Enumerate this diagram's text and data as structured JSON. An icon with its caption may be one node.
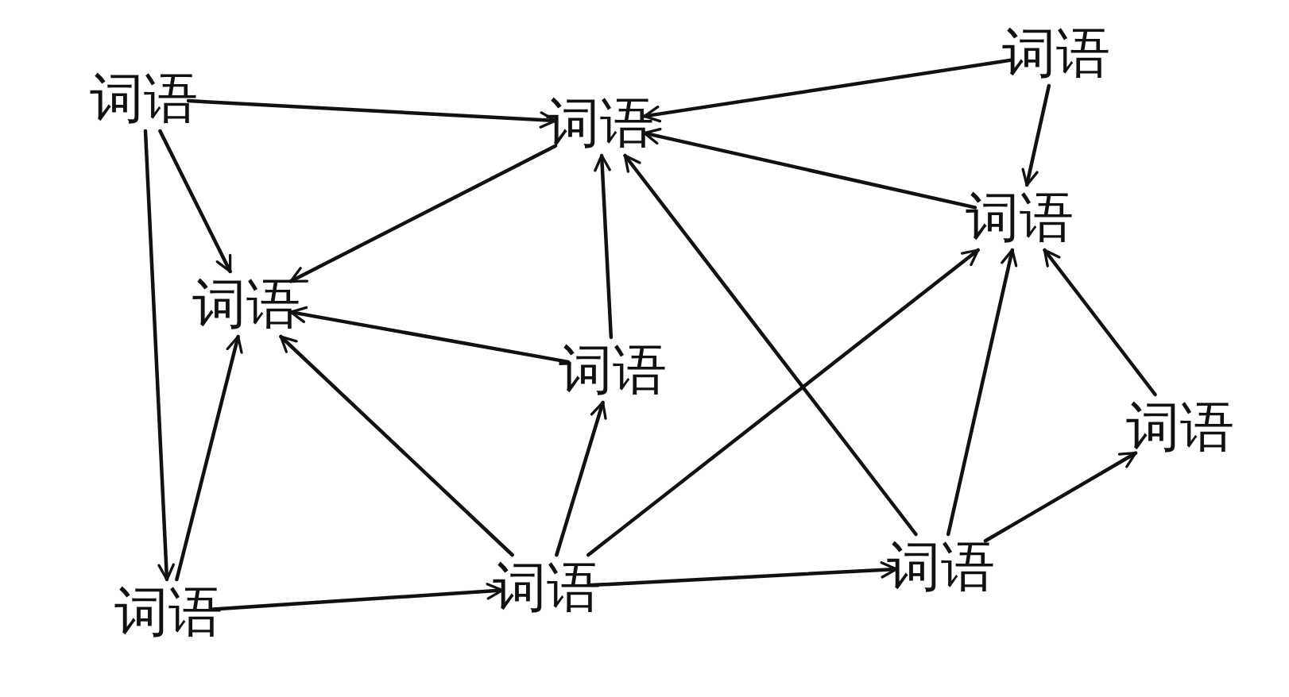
{
  "diagram": {
    "nodes": [
      {
        "text": [
          "词语"
        ]
      },
      {
        "text": [
          "词语"
        ]
      },
      {
        "text": [
          "词语"
        ]
      },
      {
        "text": [
          "词语"
        ]
      },
      {
        "text": [
          "词语"
        ]
      },
      {
        "text": [
          "词语"
        ]
      },
      {
        "text": [
          "词语"
        ]
      },
      {
        "text": [
          "词语"
        ]
      },
      {
        "text": [
          "词语"
        ]
      },
      {
        "text": [
          "词语"
        ]
      }
    ],
    "edges": [
      {
        "from": 0,
        "to": 1,
        "arrow": "to"
      },
      {
        "from": 0,
        "to": 4,
        "arrow": "to"
      },
      {
        "from": 0,
        "to": 7,
        "arrow": "to"
      },
      {
        "from": 2,
        "to": 1,
        "arrow": "to"
      },
      {
        "from": 2,
        "to": 3,
        "arrow": "to"
      },
      {
        "from": 3,
        "to": 1,
        "arrow": "to"
      },
      {
        "from": 1,
        "to": 4,
        "arrow": "to"
      },
      {
        "from": 5,
        "to": 1,
        "arrow": "to"
      },
      {
        "from": 5,
        "to": 4,
        "arrow": "to"
      },
      {
        "from": 7,
        "to": 4,
        "arrow": "to"
      },
      {
        "from": 7,
        "to": 8,
        "arrow": "to"
      },
      {
        "from": 8,
        "to": 4,
        "arrow": "to"
      },
      {
        "from": 8,
        "to": 5,
        "arrow": "to"
      },
      {
        "from": 8,
        "to": 3,
        "arrow": "to"
      },
      {
        "from": 8,
        "to": 9,
        "arrow": "to"
      },
      {
        "from": 9,
        "to": 1,
        "arrow": "to"
      },
      {
        "from": 9,
        "to": 3,
        "arrow": "to"
      },
      {
        "from": 9,
        "to": 6,
        "arrow": "to"
      },
      {
        "from": 6,
        "to": 3,
        "arrow": "to"
      }
    ]
  }
}
